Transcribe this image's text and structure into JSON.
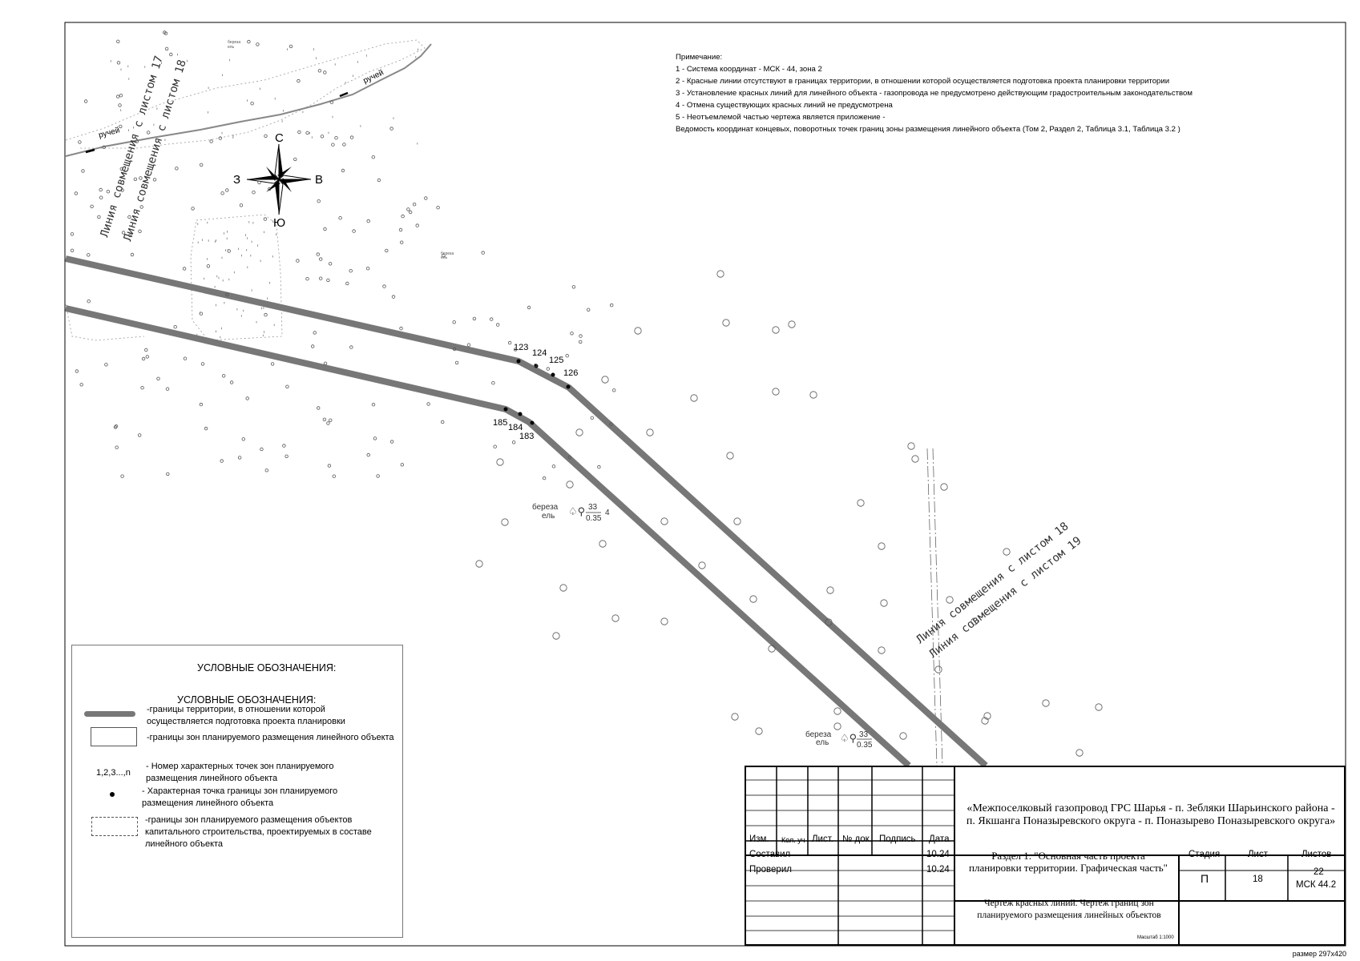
{
  "notes": {
    "heading": "Примечание:",
    "items": [
      "1 - Система координат - МСК - 44, зона 2",
      "2 - Красные линии отсутствуют в границах территории, в отношении которой осуществляется подготовка проекта планировки территории",
      "3 - Установление красных линий для линейного объекта - газопровода не предусмотрено действующим градостроительным законодательством",
      "4 - Отмена существующих красных линий не предусмотрена",
      "5 - Неотъемлемой частью чертежа является приложение -",
      "Ведомость координат концевых, поворотных точек границ зоны размещения линейного объекта (Том 2, Раздел 2, Таблица 3.1, Таблица 3.2 )"
    ]
  },
  "compass": {
    "north": "С",
    "south": "Ю",
    "west": "З",
    "east": "В"
  },
  "map_labels": {
    "match_line_17": "Линия совмещения с листом 17",
    "match_line_18": "Линия совмещения с листом 18",
    "match_line_18b": "Линия совмещения с листом 18",
    "match_line_19": "Линия совмещения с листом 19",
    "stream": "ручей",
    "points_top": [
      "123",
      "124",
      "125",
      "126"
    ],
    "points_bottom": [
      "185",
      "184",
      "183"
    ],
    "forest_species_1": "береза",
    "forest_species_2": "ель",
    "forest_height": "33",
    "forest_diameter": "0.35",
    "forest_spacing": "4"
  },
  "legend": {
    "title_outer": "УСЛОВНЫЕ ОБОЗНАЧЕНИЯ:",
    "title_inner": "УСЛОВНЫЕ ОБОЗНАЧЕНИЯ:",
    "item1": "-границы территории, в отношении которой осуществляется подготовка проекта планировки",
    "item2": "-границы зон планируемого размещения линейного объекта",
    "item3_symbol": "1,2,3...,n",
    "item3": "- Номер характерных точек зон планируемого размещения линейного объекта",
    "item4": "- Характерная точка границы зон планируемого размещения линейного объекта",
    "item5": "-границы зон планируемого размещения объектов капитального строительства, проектируемых в составе линейного объекта"
  },
  "stamp": {
    "headers": [
      "Изм.",
      "Кол. уч",
      "Лист.",
      "№ док.",
      "Подпись",
      "Дата"
    ],
    "row_compiled": {
      "label": "Составил",
      "date": "10.24"
    },
    "row_checked": {
      "label": "Проверил",
      "date": "10.24"
    },
    "project_title": "«Межпоселковый газопровод ГРС Шарья - п. Зебляки Шарьинского района - п. Якшанга Поназыревского округа - п. Поназырево Поназыревского округа»",
    "section_title": "Раздел 1. \"Основная часть проекта планировки территории. Графическая часть\"",
    "stage_label": "Стадия",
    "sheet_label": "Лист",
    "sheets_label": "Листов",
    "stage_value": "П",
    "sheet_value": "18",
    "sheets_value": "22",
    "sheets_code": "МСК 44.2",
    "drawing_title": "Чертеж красных линий. Чертеж границ зон планируемого размещения линейных объектов",
    "scale": "Масштаб 1:1000"
  },
  "sheet_size": "размер 297х420"
}
